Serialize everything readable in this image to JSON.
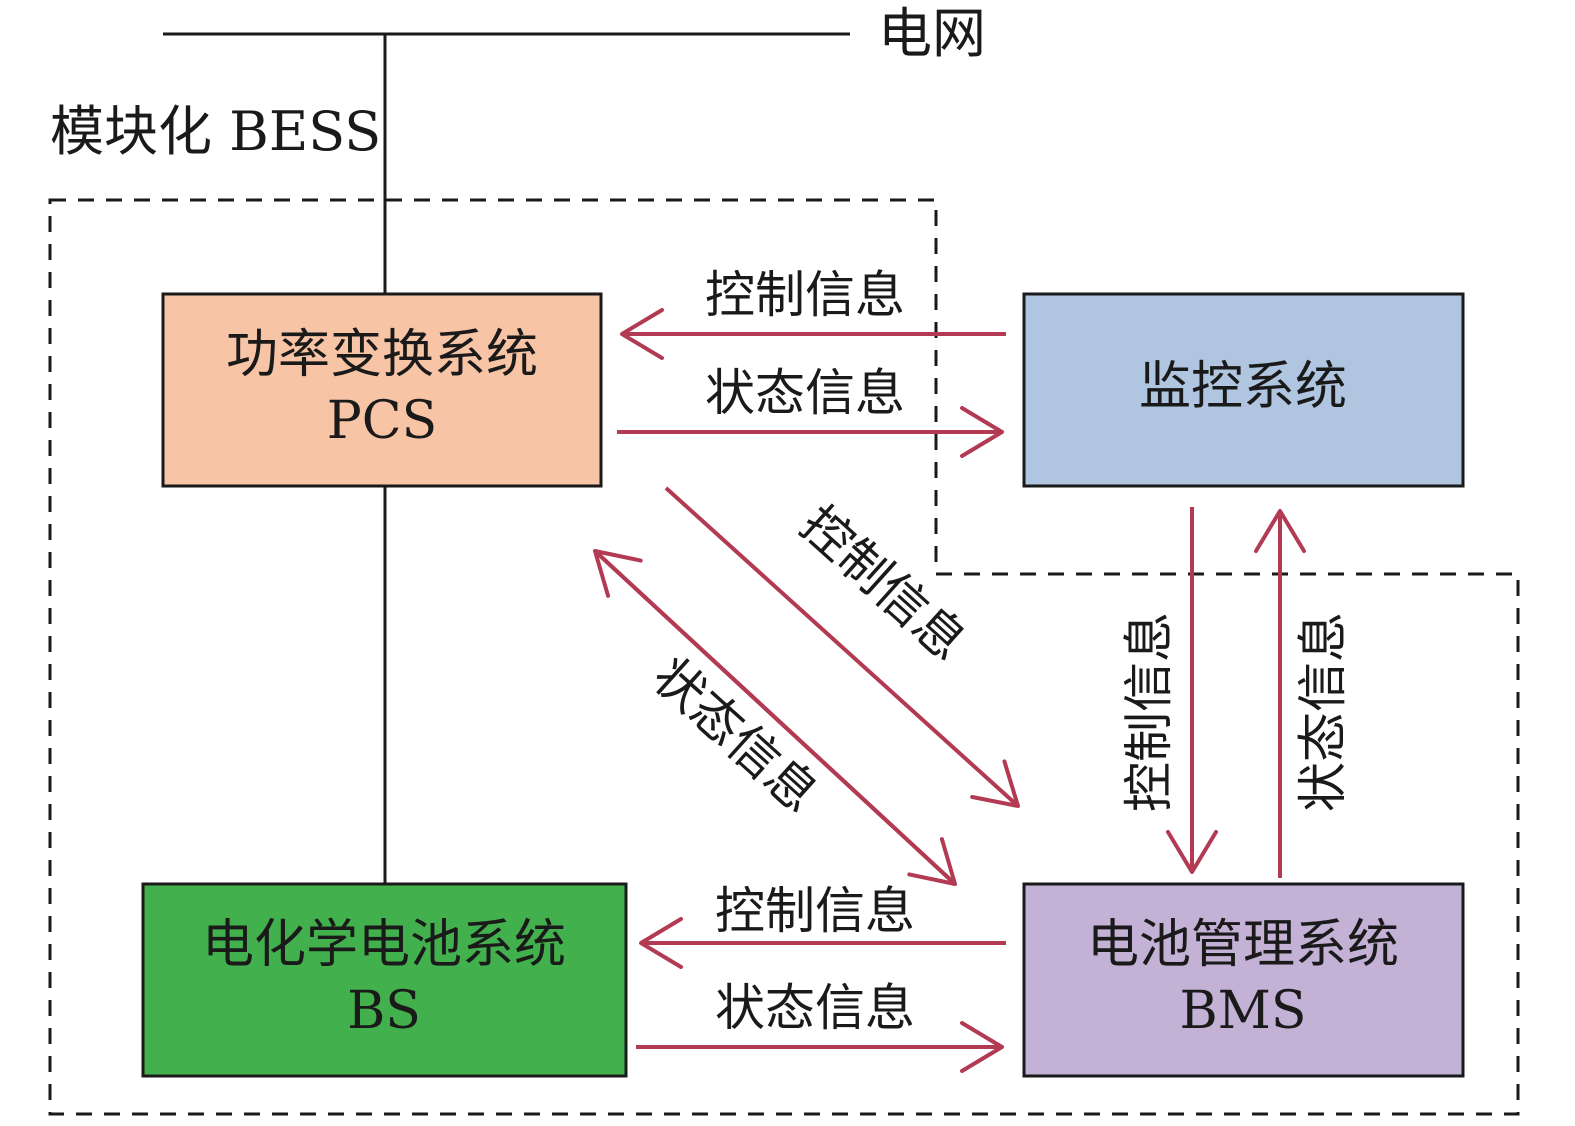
{
  "grid_label": "电网",
  "system_label": "模块化 BESS",
  "nodes": {
    "pcs": {
      "name": "功率变换系统",
      "abbr": "PCS",
      "fill": "#F8C4A6"
    },
    "monitor": {
      "name": "监控系统",
      "abbr": "",
      "fill": "#B0C6E0"
    },
    "bs": {
      "name": "电化学电池系统",
      "abbr": "BS",
      "fill": "#42B14D"
    },
    "bms": {
      "name": "电池管理系统",
      "abbr": "BMS",
      "fill": "#C3B2D6"
    }
  },
  "edges": [
    {
      "id": "monitor-to-pcs",
      "label": "控制信息"
    },
    {
      "id": "pcs-to-monitor",
      "label": "状态信息"
    },
    {
      "id": "pcs-to-bms",
      "label": "控制信息"
    },
    {
      "id": "bms-to-pcs",
      "label": "状态信息"
    },
    {
      "id": "monitor-to-bms",
      "label": "控制信息"
    },
    {
      "id": "bms-to-monitor",
      "label": "状态信息"
    },
    {
      "id": "bms-to-bs",
      "label": "控制信息"
    },
    {
      "id": "bs-to-bms",
      "label": "状态信息"
    }
  ],
  "colors": {
    "arrow": "#B23A52",
    "line": "#1a1a1a",
    "border": "#1a1a1a"
  }
}
